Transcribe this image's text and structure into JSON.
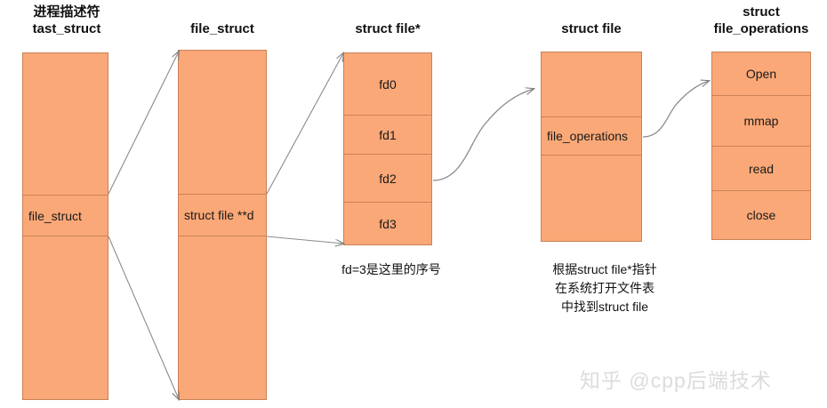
{
  "diagram": {
    "title_columns": [
      {
        "id": "task-struct",
        "lines": [
          "进程描述符",
          "tast_struct"
        ]
      },
      {
        "id": "file-struct",
        "lines": [
          "file_struct"
        ]
      },
      {
        "id": "struct-file-ptr",
        "lines": [
          "struct file*"
        ]
      },
      {
        "id": "struct-file",
        "lines": [
          "struct file"
        ]
      },
      {
        "id": "file-operations",
        "lines": [
          "struct",
          "file_operations"
        ]
      }
    ],
    "boxes": {
      "task_struct": {
        "cells": [
          "",
          "file_struct",
          ""
        ]
      },
      "file_struct": {
        "cells": [
          "",
          "struct file **d",
          ""
        ]
      },
      "fd_table": {
        "cells": [
          "fd0",
          "fd1",
          "fd2",
          "fd3"
        ]
      },
      "struct_file": {
        "cells": [
          "",
          "file_operations",
          ""
        ]
      },
      "file_ops": {
        "cells": [
          "Open",
          "mmap",
          "read",
          "close"
        ]
      }
    },
    "notes": {
      "fd_note": {
        "lines": [
          "fd=3是这里的序号"
        ]
      },
      "lookup_note": {
        "lines": [
          "根据struct file*指针",
          "在系统打开文件表",
          "中找到struct file"
        ]
      }
    },
    "watermark": "知乎 @cpp后端技术",
    "colors": {
      "box_fill": "#FAA877",
      "box_border": "#C98158",
      "arrow": "#808080",
      "text": "#1a1a1a",
      "watermark": "#dcdcdc",
      "background": "#ffffff"
    }
  }
}
